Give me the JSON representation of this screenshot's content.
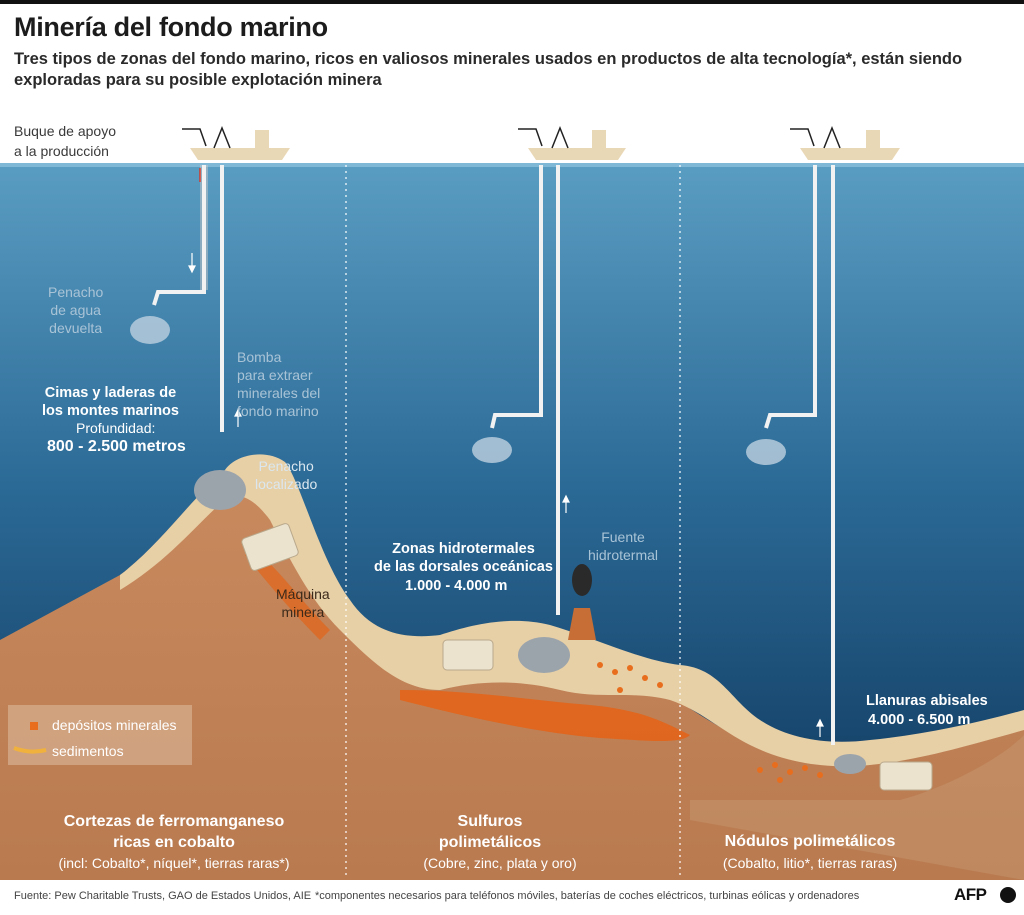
{
  "title": "Minería del fondo marino",
  "subtitle": "Tres tipos de zonas del fondo marino, ricos en valiosos minerales usados en productos de alta tecnología*, están siendo exploradas para su posible explotación minera",
  "ship_label": "Buque de apoyo\na la producción",
  "labels": {
    "plume_return": "Penacho\nde agua\ndevuelta",
    "pump": "Bomba\npara extraer\nminerales del\nfondo marino",
    "local_plume": "Penacho\nlocalizado",
    "mining_machine": "Máquina\nminera",
    "vent": "Fuente\nhidrotermal"
  },
  "zones": [
    {
      "depth_title": "Cimas y laderas de\nlos montes marinos",
      "depth_sub": "Profundidad:",
      "depth_value": "800 - 2.500 metros",
      "name": "Cortezas de ferromanganeso\nricas en cobalto",
      "note": "(incl: Cobalto*, níquel*, tierras raras*)"
    },
    {
      "depth_title": "Zonas hidrotermales\nde las dorsales oceánicas",
      "depth_value": "1.000 - 4.000 m",
      "name": "Sulfuros\npolimetálicos",
      "note": "(Cobre, zinc, plata y oro)"
    },
    {
      "depth_title": "Llanuras abisales",
      "depth_value": "4.000 - 6.500 m",
      "name": "Nódulos polimetálicos",
      "note": "(Cobalto, litio*, tierras raras)"
    }
  ],
  "legend": {
    "deposits": "depósitos minerales",
    "sediments": "sedimentos"
  },
  "footer": {
    "source": "Fuente: Pew Charitable Trusts, GAO de Estados Unidos, AIE",
    "note": "*componentes necesarios para teléfonos móviles, baterías de coches eléctricos, turbinas eólicas y ordenadores",
    "logo": "AFP"
  },
  "colors": {
    "sea_top": "#5a9dc2",
    "sea_bottom": "#0d3358",
    "rock": "#c98a5e",
    "sediment": "#e7cfa6",
    "deposit": "#e86d1c"
  }
}
